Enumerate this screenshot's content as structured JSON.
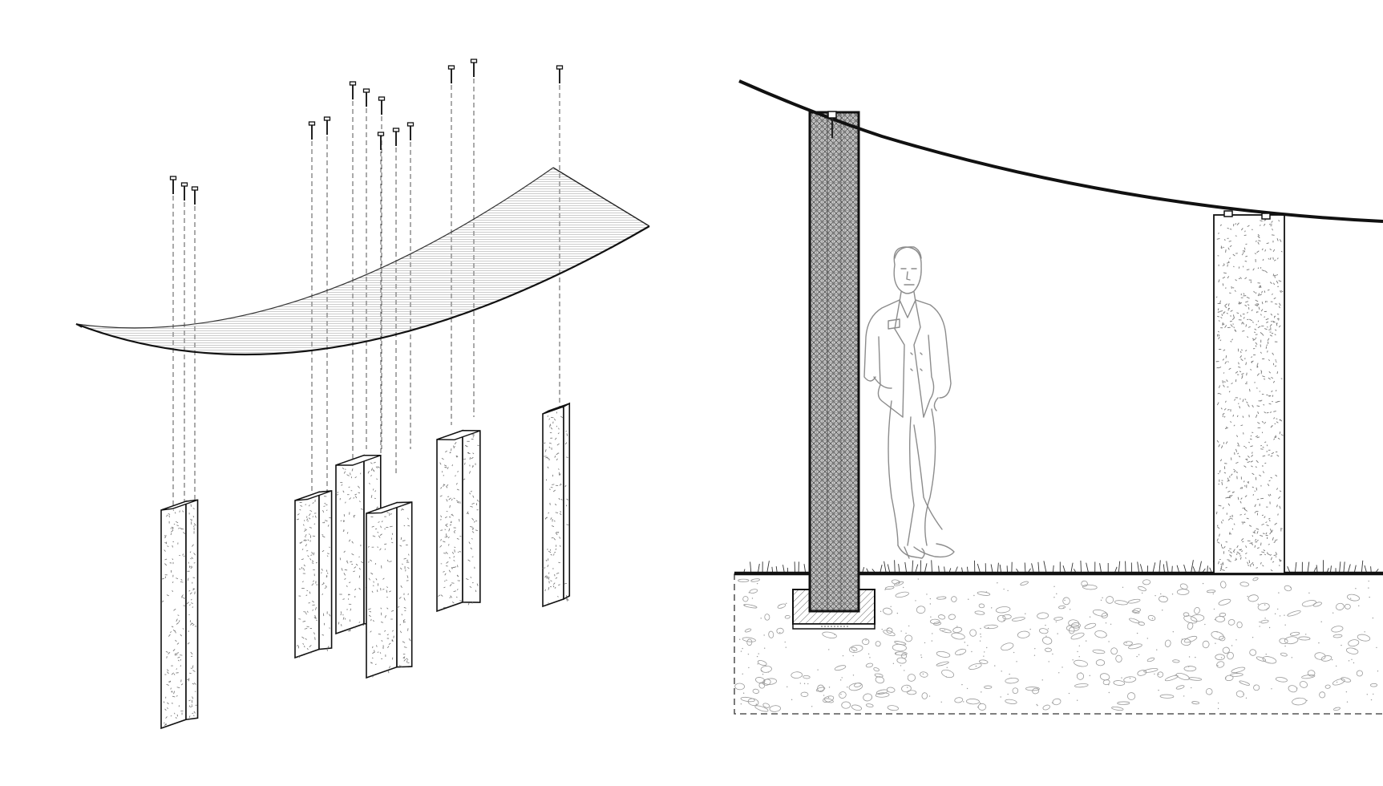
{
  "diagram": {
    "panels": [
      {
        "id": "exploded-axonometric",
        "content": "canopy-with-bolts-and-pillars"
      },
      {
        "id": "section",
        "content": "canopy-pillars-person-ground"
      }
    ],
    "colors": {
      "background": "#ffffff",
      "line": "#1a1a1a",
      "hatch": "#8a8a8a",
      "person": "#9a9a9a",
      "speckle": "#7a7a7a"
    }
  }
}
